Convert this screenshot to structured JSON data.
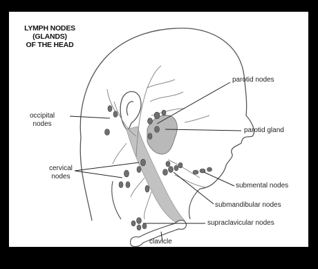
{
  "title": {
    "line1": "LYMPH NODES",
    "line2": "(GLANDS)",
    "line3": "OF THE HEAD"
  },
  "labels": {
    "parotid_nodes": "parotid nodes",
    "occipital_nodes": {
      "line1": "occipital",
      "line2": "nodes"
    },
    "parotid_gland": "parotid gland",
    "cervical_nodes": {
      "line1": "cervical",
      "line2": "nodes"
    },
    "submental_nodes": "submental nodes",
    "submandibular_nodes": "submandibular nodes",
    "supraclavicular_nodes": "supraclavicular nodes",
    "clavicle": "clavicle"
  },
  "colors": {
    "frame_border": "#000000",
    "background": "#ffffff",
    "outline": "#555555",
    "vessel": "#8a8a8a",
    "gland_fill": "#b9b9b9",
    "node_fill": "#6f6f6f"
  }
}
